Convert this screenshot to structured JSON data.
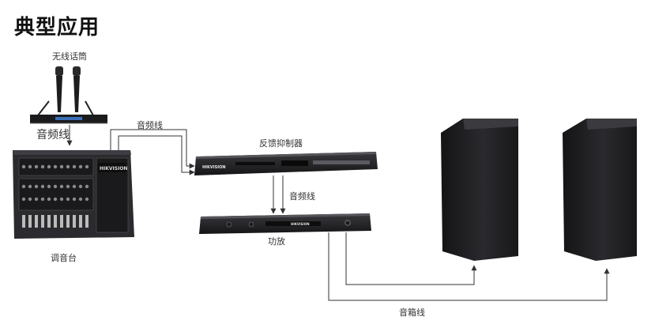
{
  "page": {
    "title": "典型应用"
  },
  "devices": {
    "wireless_mic": {
      "label": "无线话筒"
    },
    "mixer": {
      "label": "调音台",
      "brand": "HIKVISION"
    },
    "feedback_suppressor": {
      "label": "反馈抑制器",
      "brand": "HIKVISION"
    },
    "amplifier": {
      "label": "功放",
      "brand": "HIKVISION"
    }
  },
  "connections": {
    "mic_to_mixer": "音频线",
    "mixer_to_suppressor": "音频线",
    "suppressor_to_amp": "音频线",
    "amp_to_speakers": "音箱线"
  },
  "colors": {
    "device_dark": "#1f1f22",
    "speaker": "#202024",
    "line": "#333333"
  }
}
